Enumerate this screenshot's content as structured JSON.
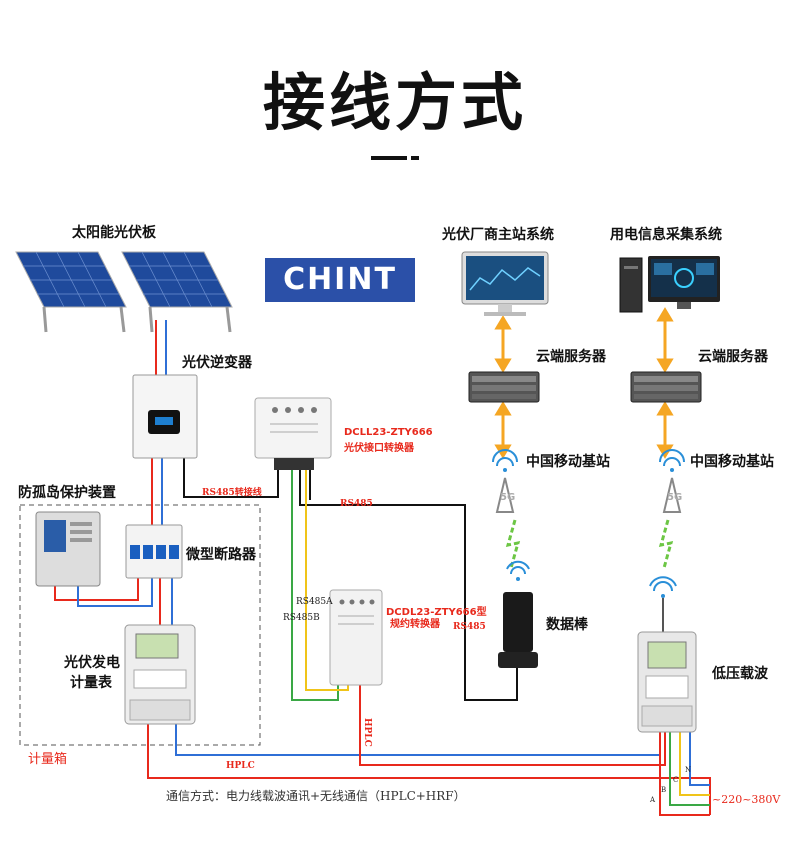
{
  "title": "接线方式",
  "brand": {
    "logo_text": "CHINT",
    "color": "#2b50a8"
  },
  "labels": {
    "solar_panel": "太阳能光伏板",
    "inverter": "光伏逆变器",
    "pv_master": "光伏厂商主站系统",
    "power_collect": "用电信息采集系统",
    "cloud1": "云端服务器",
    "cloud2": "云端服务器",
    "base1": "中国移动基站",
    "base2": "中国移动基站",
    "anti_island": "防孤岛保护装置",
    "breaker": "微型断路器",
    "pv_meter_1": "光伏发电",
    "pv_meter_2": "计量表",
    "data_stick": "数据棒",
    "low_voltage": "低压载波",
    "meter_box": "计量箱"
  },
  "device_labels": {
    "interface_converter_1": "DCLL23-ZTY666",
    "interface_converter_2": "光伏接口转换器",
    "protocol_converter_1": "DCDL23-ZTY666型",
    "protocol_converter_2": "规约转换器"
  },
  "wire_labels": {
    "rs485_adapter": "RS485转接线",
    "rs485_top": "RS485",
    "rs485_right": "RS485",
    "rs485a": "RS485A",
    "rs485b": "RS485B",
    "hplc_vert": "HPLC",
    "hplc_bottom": "HPLC",
    "phase_a": "A",
    "phase_b": "B",
    "phase_c": "C",
    "phase_n": "N",
    "voltage": "~220~380V"
  },
  "comm_note": "通信方式：电力线载波通讯+无线通信（HPLC+HRF）",
  "colors": {
    "wire_red": "#e8291c",
    "wire_blue": "#2f6fd6",
    "wire_green": "#3aa845",
    "wire_yellow": "#f0c419",
    "wire_black": "#111111",
    "arrow_orange": "#f5a623",
    "signal_green": "#6cc644",
    "wifi_blue": "#2a8fd8"
  }
}
